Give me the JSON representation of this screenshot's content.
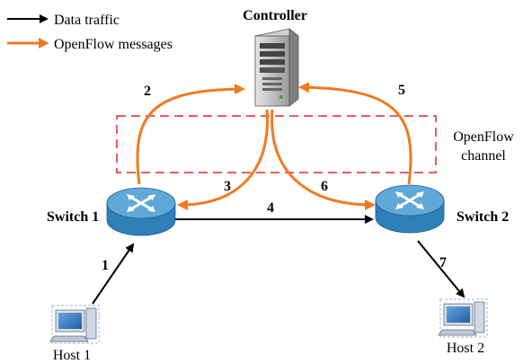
{
  "legend": {
    "items": [
      {
        "label": "Data traffic",
        "color": "#000000"
      },
      {
        "label": "OpenFlow messages",
        "color": "#f07a20"
      }
    ]
  },
  "nodes": {
    "controller": {
      "label": "Controller",
      "icon": "server-icon"
    },
    "switch1": {
      "label": "Switch 1",
      "icon": "router-icon"
    },
    "switch2": {
      "label": "Switch 2",
      "icon": "router-icon"
    },
    "host1": {
      "label": "Host 1",
      "icon": "computer-icon"
    },
    "host2": {
      "label": "Host 2",
      "icon": "computer-icon"
    }
  },
  "channel": {
    "line1": "OpenFlow",
    "line2": "channel",
    "color": "#e8262b"
  },
  "steps": {
    "s1": "1",
    "s2": "2",
    "s3": "3",
    "s4": "4",
    "s5": "5",
    "s6": "6",
    "s7": "7"
  },
  "colors": {
    "openflow": "#f07a20",
    "data": "#000000",
    "router_top": "#5fa8d8",
    "router_side": "#2f7fb8"
  }
}
